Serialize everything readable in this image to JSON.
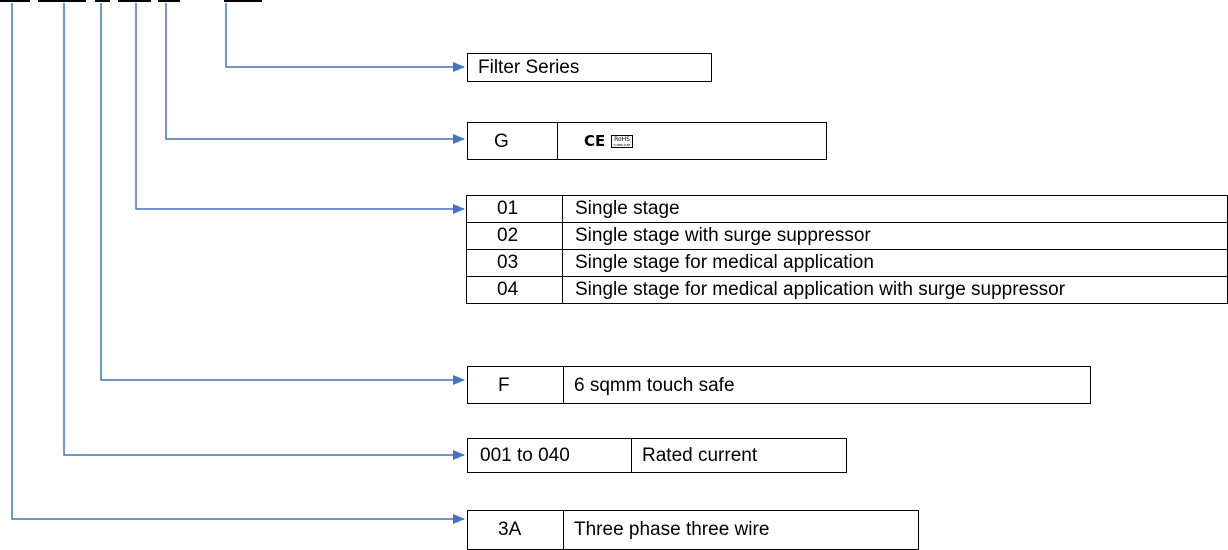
{
  "colors": {
    "connector": "#4472C4",
    "border": "#000000"
  },
  "filter_series": {
    "label": "Filter Series"
  },
  "approval": {
    "code": "G",
    "ce_mark": "CE",
    "rohs_mark": "RoHS",
    "rohs_sub": "COMPLIANT"
  },
  "stage_options": [
    {
      "code": "01",
      "description": "Single stage"
    },
    {
      "code": "02",
      "description": "Single stage with surge suppressor"
    },
    {
      "code": "03",
      "description": "Single stage for medical application"
    },
    {
      "code": "04",
      "description": "Single stage for medical application with surge suppressor"
    }
  ],
  "terminal": {
    "code": "F",
    "description": "6 sqmm touch safe"
  },
  "current": {
    "code": "001 to 040",
    "description": "Rated current"
  },
  "phase": {
    "code": "3A",
    "description": "Three phase three wire"
  }
}
